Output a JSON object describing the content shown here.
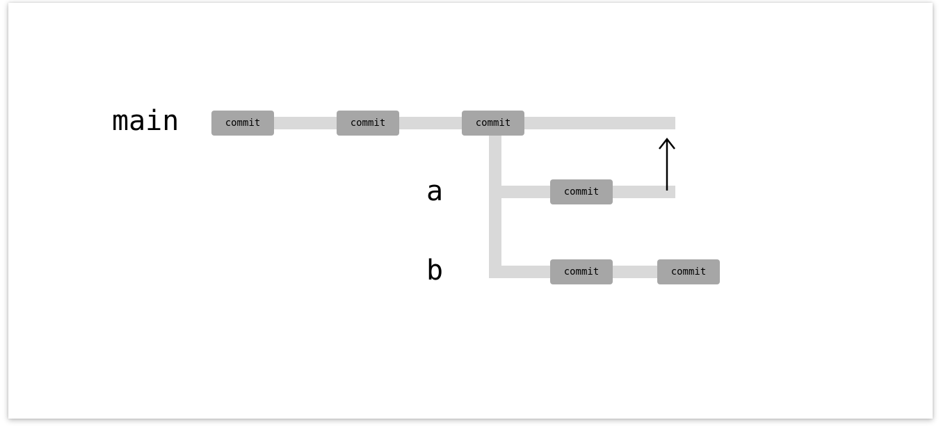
{
  "branches": {
    "main": {
      "label": "main"
    },
    "a": {
      "label": "a"
    },
    "b": {
      "label": "b"
    }
  },
  "commits": {
    "main_1": "commit",
    "main_2": "commit",
    "main_3": "commit",
    "a_1": "commit",
    "b_1": "commit",
    "b_2": "commit"
  },
  "colors": {
    "track": "#d9d9d9",
    "commit_fill": "#a6a6a6",
    "text": "#000000",
    "arrow": "#000000"
  },
  "icons": {
    "merge_arrow": "arrow-up-icon"
  }
}
